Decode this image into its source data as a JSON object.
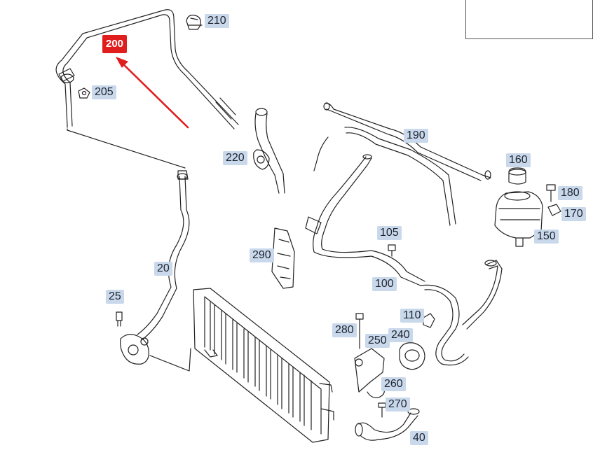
{
  "labels": {
    "p200": "200",
    "p210": "210",
    "p205": "205",
    "p220": "220",
    "p20": "20",
    "p25": "25",
    "p190": "190",
    "p160": "160",
    "p180": "180",
    "p170": "170",
    "p150": "150",
    "p105": "105",
    "p290": "290",
    "p100": "100",
    "p110": "110",
    "p280": "280",
    "p240": "240",
    "p250": "250",
    "p260": "260",
    "p270": "270",
    "p40": "40"
  },
  "highlight_part": "200",
  "colors": {
    "highlight": "#e01e1e",
    "label_bg": "#c9d8ea",
    "line": "#222222"
  }
}
